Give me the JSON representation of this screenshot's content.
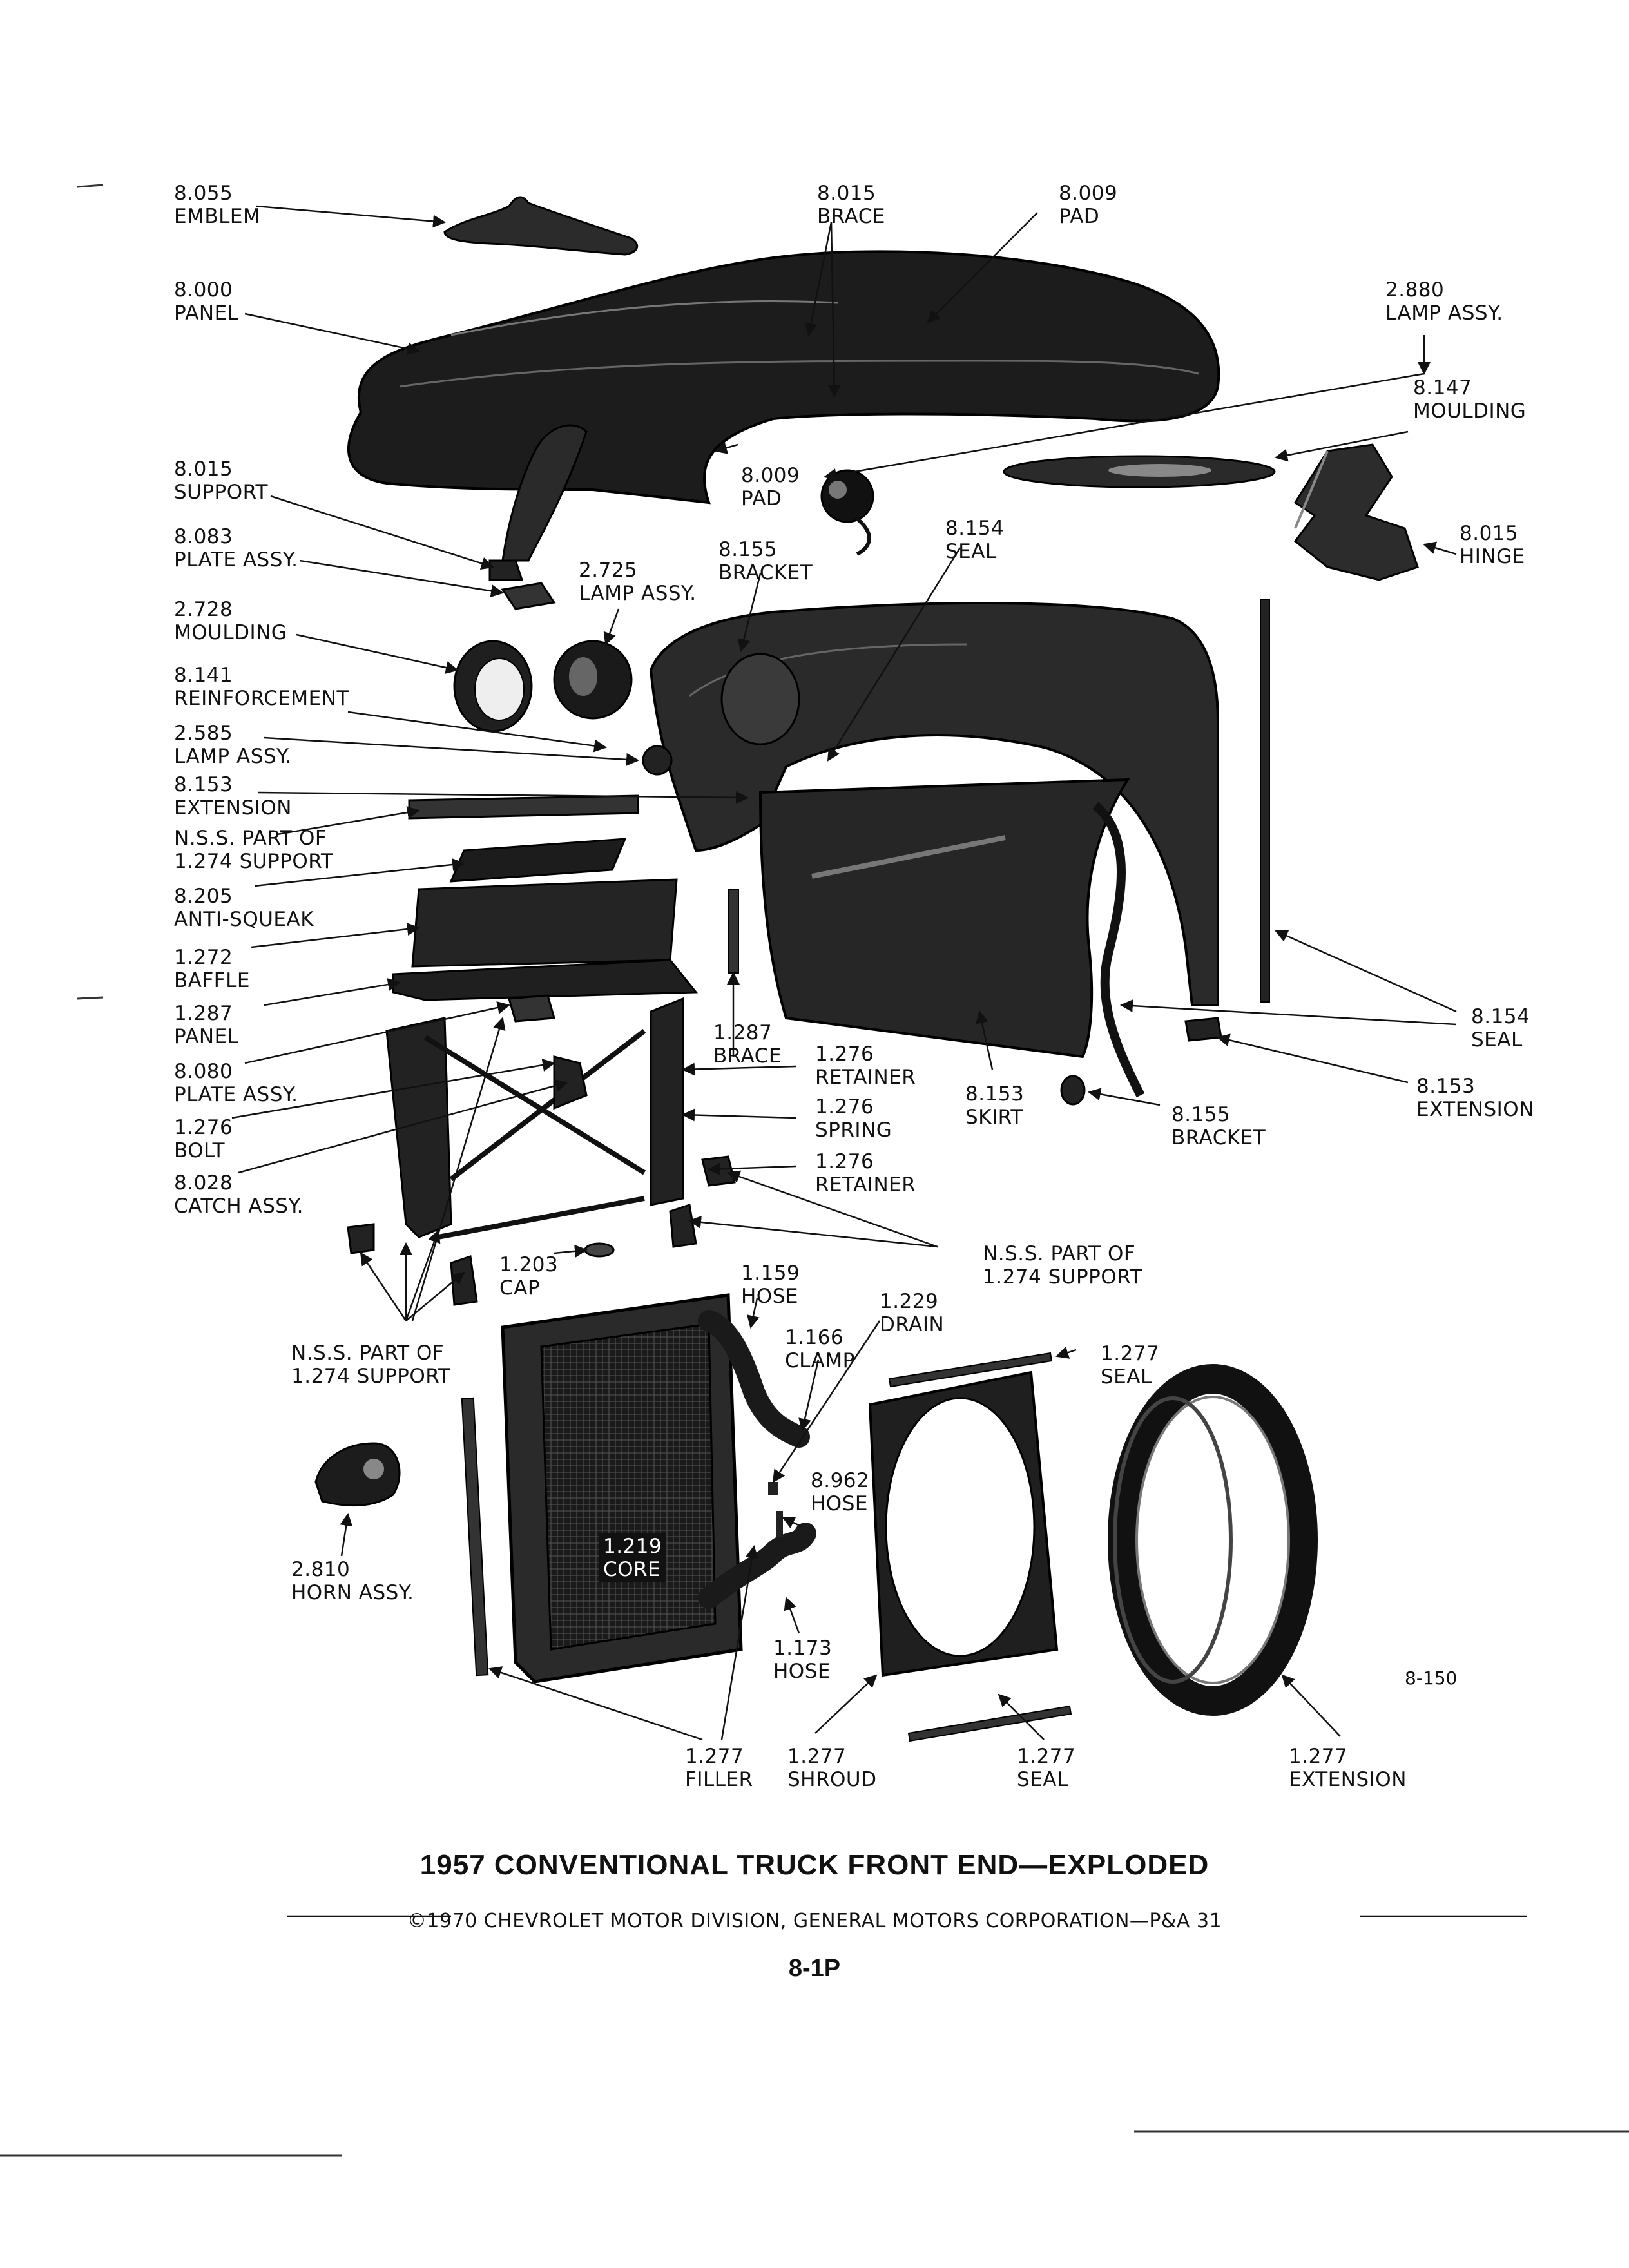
{
  "title": "1957 CONVENTIONAL TRUCK FRONT END—EXPLODED",
  "copyright": "©1970 CHEVROLET MOTOR DIVISION,  GENERAL MOTORS CORPORATION—P&A 31",
  "page_number": "8-1P",
  "figure_number": "8-150",
  "labels": [
    {
      "num": "8.055",
      "name": "EMBLEM"
    },
    {
      "num": "8.015",
      "name": "BRACE"
    },
    {
      "num": "8.009",
      "name": "PAD"
    },
    {
      "num": "8.000",
      "name": "PANEL"
    },
    {
      "num": "2.880",
      "name": "LAMP ASSY."
    },
    {
      "num": "8.147",
      "name": "MOULDING"
    },
    {
      "num": "8.015",
      "name": "SUPPORT"
    },
    {
      "num": "8.009",
      "name": "PAD"
    },
    {
      "num": "8.154",
      "name": "SEAL"
    },
    {
      "num": "8.015",
      "name": "HINGE"
    },
    {
      "num": "8.083",
      "name": "PLATE ASSY."
    },
    {
      "num": "8.155",
      "name": "BRACKET"
    },
    {
      "num": "2.725",
      "name": "LAMP ASSY."
    },
    {
      "num": "2.728",
      "name": "MOULDING"
    },
    {
      "num": "8.141",
      "name": "REINFORCEMENT"
    },
    {
      "num": "2.585",
      "name": "LAMP ASSY."
    },
    {
      "num": "8.153",
      "name": "EXTENSION"
    },
    {
      "num": "N.S.S. PART OF",
      "name": "1.274 SUPPORT"
    },
    {
      "num": "8.205",
      "name": "ANTI-SQUEAK"
    },
    {
      "num": "1.272",
      "name": "BAFFLE"
    },
    {
      "num": "1.287",
      "name": "PANEL"
    },
    {
      "num": "8.080",
      "name": "PLATE ASSY."
    },
    {
      "num": "1.276",
      "name": "BOLT"
    },
    {
      "num": "8.028",
      "name": "CATCH ASSY."
    },
    {
      "num": "1.287",
      "name": "BRACE"
    },
    {
      "num": "1.276",
      "name": "RETAINER"
    },
    {
      "num": "1.276",
      "name": "SPRING"
    },
    {
      "num": "1.276",
      "name": "RETAINER"
    },
    {
      "num": "8.153",
      "name": "SKIRT"
    },
    {
      "num": "8.155",
      "name": "BRACKET"
    },
    {
      "num": "8.154",
      "name": "SEAL"
    },
    {
      "num": "8.153",
      "name": "EXTENSION"
    },
    {
      "num": "N.S.S. PART OF",
      "name": "1.274 SUPPORT"
    },
    {
      "num": "1.203",
      "name": "CAP"
    },
    {
      "num": "1.159",
      "name": "HOSE"
    },
    {
      "num": "1.229",
      "name": "DRAIN"
    },
    {
      "num": "1.166",
      "name": "CLAMP"
    },
    {
      "num": "1.277",
      "name": "SEAL"
    },
    {
      "num": "N.S.S. PART OF",
      "name": "1.274 SUPPORT"
    },
    {
      "num": "8.962",
      "name": "HOSE"
    },
    {
      "num": "1.219",
      "name": "CORE"
    },
    {
      "num": "2.810",
      "name": "HORN ASSY."
    },
    {
      "num": "1.173",
      "name": "HOSE"
    },
    {
      "num": "1.277",
      "name": "FILLER"
    },
    {
      "num": "1.277",
      "name": "SHROUD"
    },
    {
      "num": "1.277",
      "name": "SEAL"
    },
    {
      "num": "1.277",
      "name": "EXTENSION"
    }
  ]
}
